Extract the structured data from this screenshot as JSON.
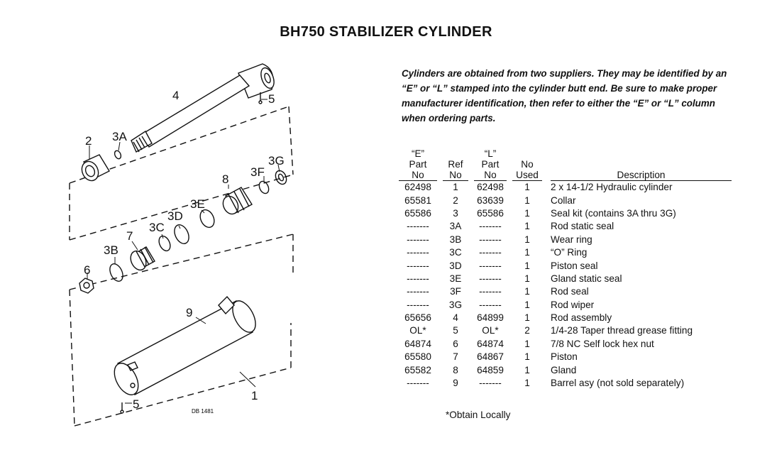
{
  "title": "BH750 STABILIZER CYLINDER",
  "intro": "Cylinders are obtained from two suppliers. They may be identified by an “E” or “L” stamped into the cylinder butt end. Be sure to make proper manufacturer identification, then refer to either the “E” or “L” column when ordering parts.",
  "table": {
    "headers": {
      "e": [
        "“E”",
        "Part",
        "No"
      ],
      "ref": [
        "Ref",
        "No"
      ],
      "l": [
        "“L”",
        "Part",
        "No"
      ],
      "used": [
        "No",
        "Used"
      ],
      "desc": "Description"
    },
    "rows": [
      {
        "e": "62498",
        "ref": "1",
        "l": "62498",
        "used": "1",
        "desc": "2 x 14-1/2 Hydraulic cylinder"
      },
      {
        "e": "65581",
        "ref": "2",
        "l": "63639",
        "used": "1",
        "desc": "Collar"
      },
      {
        "e": "65586",
        "ref": "3",
        "l": "65586",
        "used": "1",
        "desc": "Seal kit (contains 3A thru 3G)"
      },
      {
        "e": "-------",
        "ref": "3A",
        "l": "-------",
        "used": "1",
        "desc": "Rod static seal"
      },
      {
        "e": "-------",
        "ref": "3B",
        "l": "-------",
        "used": "1",
        "desc": "Wear ring"
      },
      {
        "e": "-------",
        "ref": "3C",
        "l": "-------",
        "used": "1",
        "desc": "“O” Ring"
      },
      {
        "e": "-------",
        "ref": "3D",
        "l": "-------",
        "used": "1",
        "desc": "Piston seal"
      },
      {
        "e": "-------",
        "ref": "3E",
        "l": "-------",
        "used": "1",
        "desc": "Gland static seal"
      },
      {
        "e": "-------",
        "ref": "3F",
        "l": "-------",
        "used": "1",
        "desc": "Rod seal"
      },
      {
        "e": "-------",
        "ref": "3G",
        "l": "-------",
        "used": "1",
        "desc": "Rod wiper"
      },
      {
        "e": "65656",
        "ref": "4",
        "l": "64899",
        "used": "1",
        "desc": "Rod assembly"
      },
      {
        "e": "OL*",
        "ref": "5",
        "l": "OL*",
        "used": "2",
        "desc": "1/4-28 Taper thread grease fitting"
      },
      {
        "e": "64874",
        "ref": "6",
        "l": "64874",
        "used": "1",
        "desc": "7/8 NC Self lock hex nut"
      },
      {
        "e": "65580",
        "ref": "7",
        "l": "64867",
        "used": "1",
        "desc": "Piston"
      },
      {
        "e": "65582",
        "ref": "8",
        "l": "64859",
        "used": "1",
        "desc": "Gland"
      },
      {
        "e": "-------",
        "ref": "9",
        "l": "-------",
        "used": "1",
        "desc": "Barrel asy (not sold separately)"
      }
    ]
  },
  "footnote": "*Obtain Locally",
  "diagram": {
    "ref": "DB 1481",
    "labels": {
      "l1": "1",
      "l2": "2",
      "l3a": "3A",
      "l3b": "3B",
      "l3c": "3C",
      "l3d": "3D",
      "l3e": "3E",
      "l3f": "3F",
      "l3g": "3G",
      "l4": "4",
      "l5a": "5",
      "l5b": "5",
      "l6": "6",
      "l7": "7",
      "l8": "8",
      "l9": "9"
    }
  }
}
